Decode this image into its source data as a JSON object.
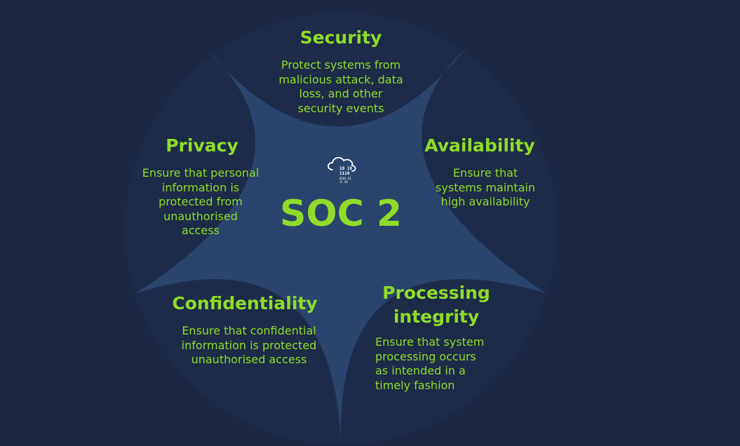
{
  "center": {
    "title": "SOC 2",
    "icon": "cloud-binary-icon",
    "icon_binary": [
      "10 10",
      "1110",
      "0101 01",
      "11 01"
    ]
  },
  "pillars": [
    {
      "id": "security",
      "title": "Security",
      "description_lines": [
        "Protect systems from",
        "malicious attack, data",
        "loss, and other",
        "security events"
      ]
    },
    {
      "id": "privacy",
      "title": "Privacy",
      "description_lines": [
        "Ensure that personal",
        "information is",
        "protected from",
        "unauthorised",
        "access"
      ]
    },
    {
      "id": "availability",
      "title": "Availability",
      "description_lines": [
        "Ensure that",
        "systems maintain",
        "high availability"
      ]
    },
    {
      "id": "confidentiality",
      "title": "Confidentiality",
      "description_lines": [
        "Ensure that confidential",
        "information is protected",
        "unauthorised access"
      ]
    },
    {
      "id": "processing-integrity",
      "title_lines": [
        "Processing",
        "integrity"
      ],
      "description_lines": [
        "Ensure that system",
        "processing occurs",
        "as intended in a",
        "timely fashion"
      ]
    }
  ],
  "colors": {
    "background": "#1c2741",
    "circle": "#1e2b48",
    "star": "#2a446e",
    "accent": "#8fdc2a",
    "icon": "#ffffff"
  }
}
